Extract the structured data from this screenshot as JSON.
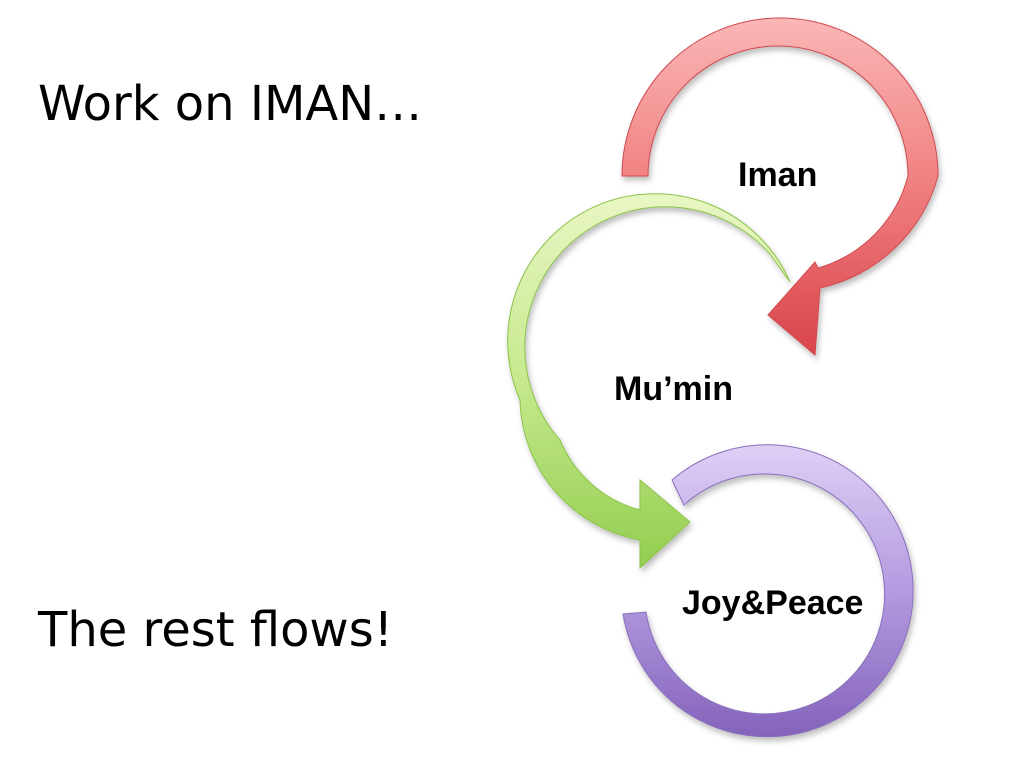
{
  "slide": {
    "headline": "Work on IMAN…",
    "footline": "The rest flows!"
  },
  "cycle": {
    "nodes": [
      {
        "label": "Iman",
        "color": "#e0585e"
      },
      {
        "label": "Mu’min",
        "color": "#9fd35a"
      },
      {
        "label": "Joy&Peace",
        "color": "#8b6cc0"
      }
    ]
  }
}
